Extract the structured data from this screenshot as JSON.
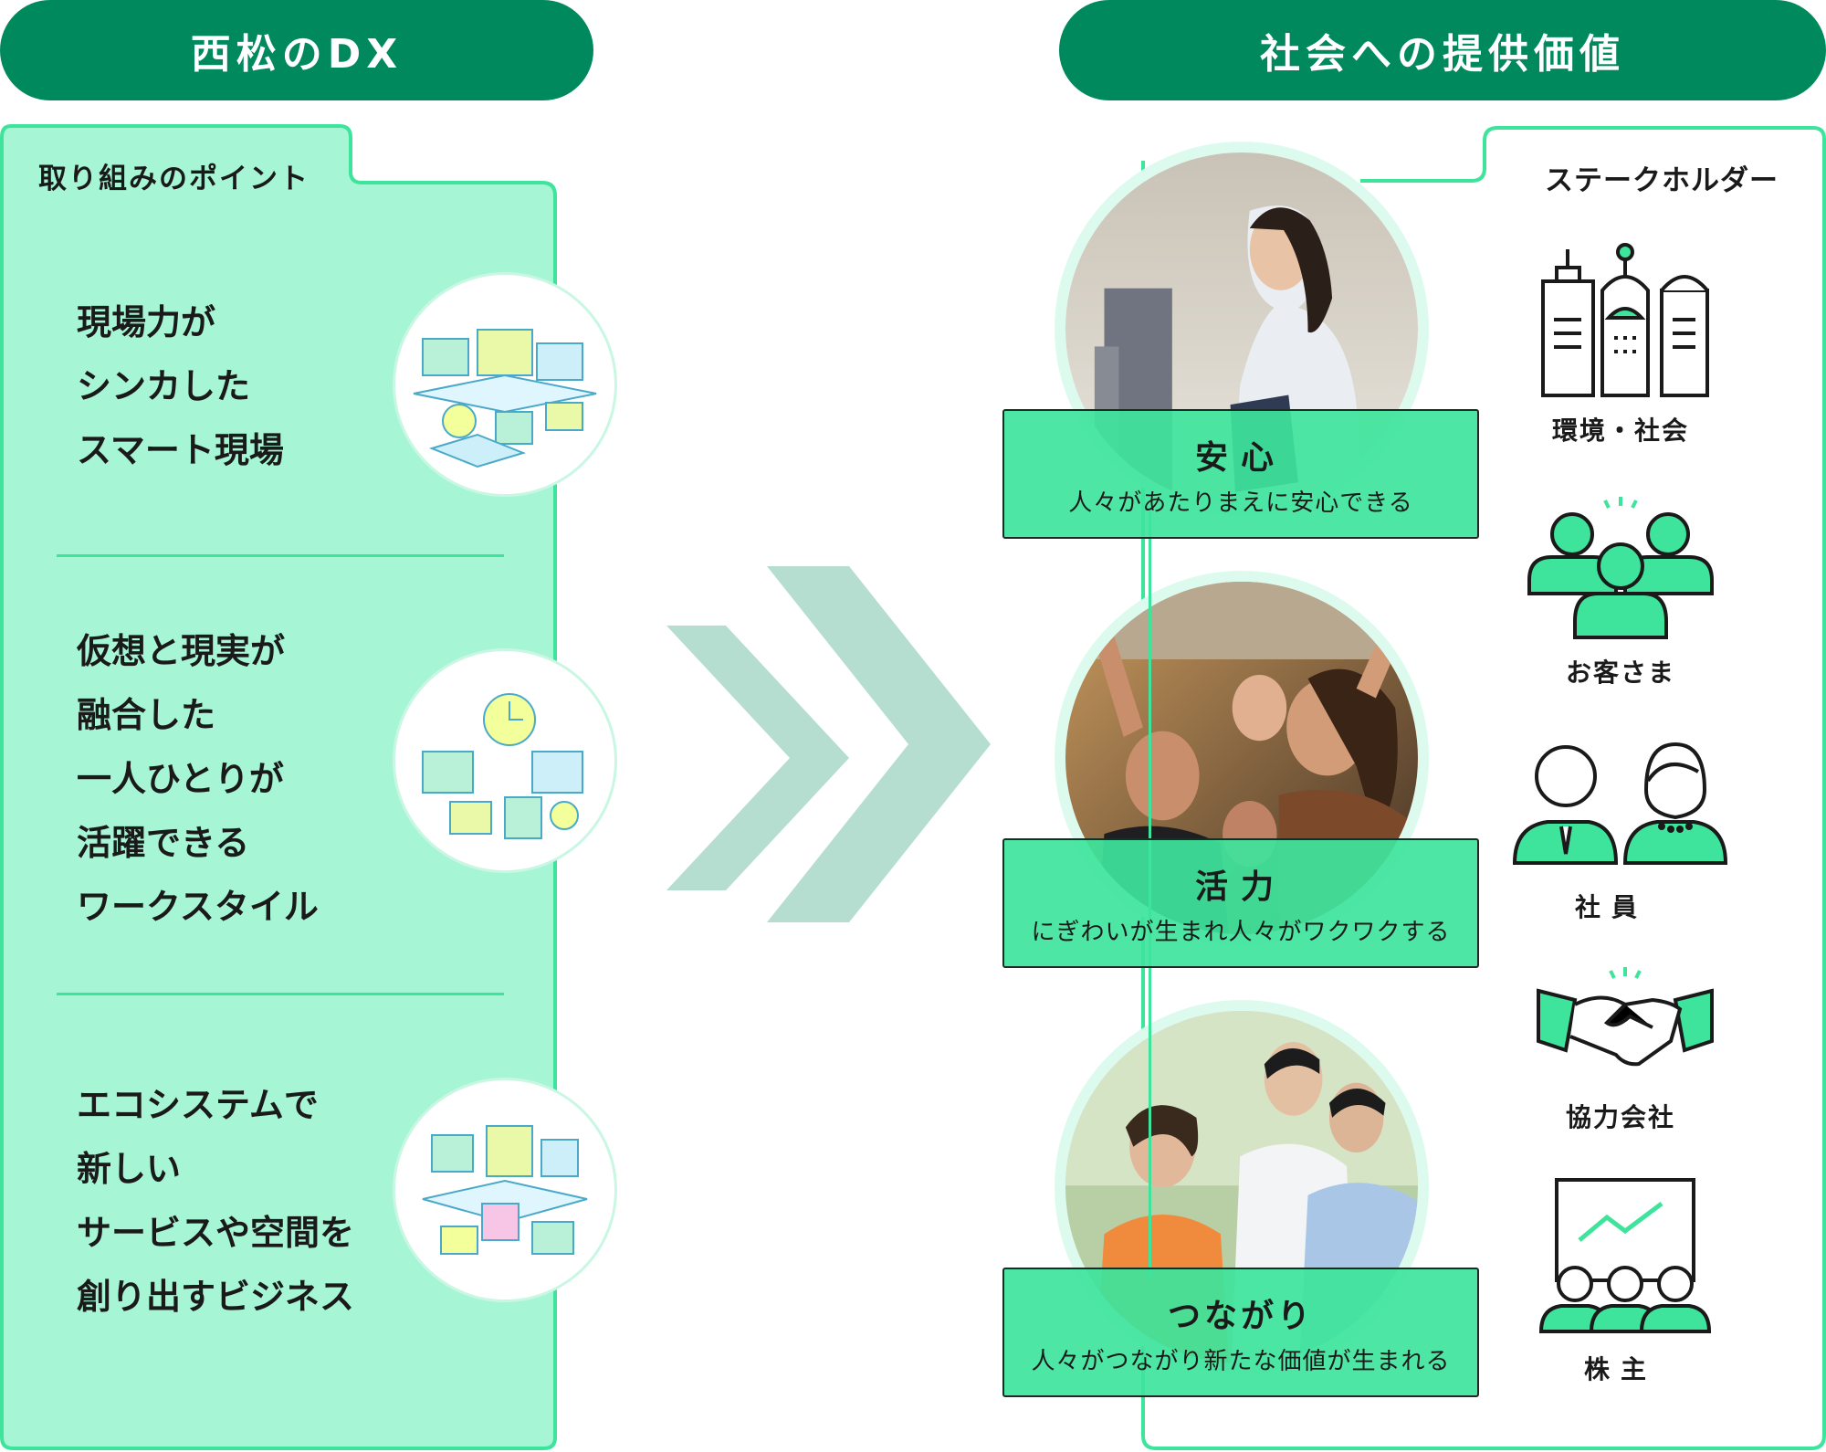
{
  "left_header": "西松のDX",
  "right_header": "社会への提供価値",
  "left_panel_title": "取り組みのポイント",
  "points": [
    {
      "lines": [
        "現場力が",
        "シンカした",
        "スマート現場"
      ]
    },
    {
      "lines": [
        "仮想と現実が",
        "融合した",
        "一人ひとりが",
        "活躍できる",
        "ワークスタイル"
      ]
    },
    {
      "lines": [
        "エコシステムで",
        "新しい",
        "サービスや空間を",
        "創り出すビジネス"
      ]
    }
  ],
  "values": [
    {
      "title": "安心",
      "description": "人々があたりまえに安心できる"
    },
    {
      "title": "活力",
      "description": "にぎわいが生まれ人々がワクワクする"
    },
    {
      "title": "つながり",
      "description": "人々がつながり新たな価値が生まれる"
    }
  ],
  "stakeholder_title": "ステークホルダー",
  "stakeholders": [
    {
      "label": "環境・社会",
      "icon": "city-buildings-icon"
    },
    {
      "label": "お客さま",
      "icon": "customers-group-icon"
    },
    {
      "label": "社員",
      "icon": "employees-icon"
    },
    {
      "label": "協力会社",
      "icon": "handshake-icon"
    },
    {
      "label": "株主",
      "icon": "shareholders-chart-icon"
    }
  ],
  "colors": {
    "dark_green": "#00895c",
    "bright_green": "#3ee49c",
    "pale_green": "#a6f6d6",
    "arrow": "#b5ded0"
  }
}
